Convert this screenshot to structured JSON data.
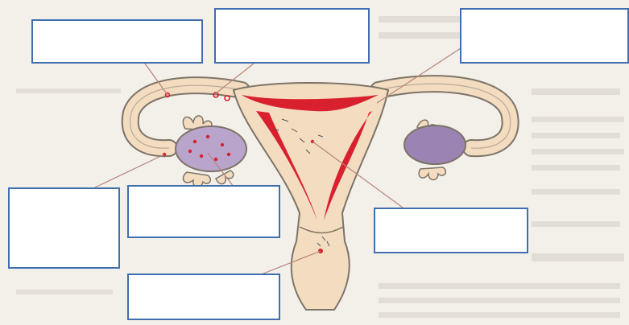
{
  "diagram": {
    "label_boxes": [
      {
        "id": "box-1",
        "text": ""
      },
      {
        "id": "box-2",
        "text": ""
      },
      {
        "id": "box-3",
        "text": ""
      },
      {
        "id": "box-4",
        "text": ""
      },
      {
        "id": "box-5",
        "text": ""
      },
      {
        "id": "box-6",
        "text": ""
      },
      {
        "id": "box-7",
        "text": ""
      }
    ]
  },
  "colors": {
    "background": "#f3efe9",
    "tissue": "#f3dcc0",
    "outline": "#7d7468",
    "lining": "#d9202e",
    "ovary": "#b9a4cc",
    "box_border": "#3f6fae"
  }
}
